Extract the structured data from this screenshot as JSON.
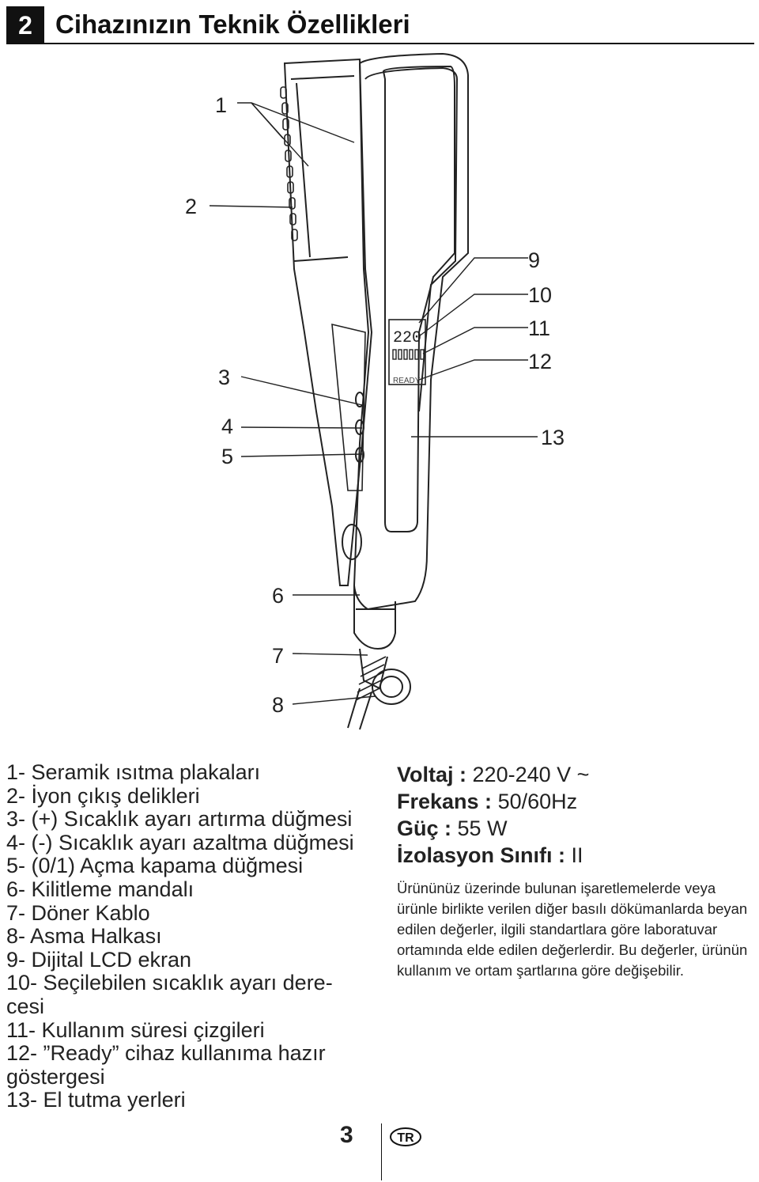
{
  "header": {
    "number": "2",
    "title": "Cihazınızın Teknik Özellikleri"
  },
  "figure": {
    "lcd_value": "220",
    "lcd_status": "READY",
    "callouts": [
      "1",
      "2",
      "3",
      "4",
      "5",
      "6",
      "7",
      "8",
      "9",
      "10",
      "11",
      "12",
      "13"
    ]
  },
  "parts": [
    "1- Seramik ısıtma plakaları",
    "2- İyon çıkış delikleri",
    "3- (+) Sıcaklık ayarı artırma düğmesi",
    "4- (-) Sıcaklık ayarı azaltma düğmesi",
    "5- (0/1) Açma kapama düğmesi",
    "6- Kilitleme mandalı",
    "7- Döner Kablo",
    "8- Asma Halkası",
    "9- Dijital LCD ekran",
    "10- Seçilebilen sıcaklık ayarı dere-",
    "cesi",
    "11- Kullanım süresi çizgileri",
    "12- ”Ready” cihaz kullanıma hazır",
    "göstergesi",
    "13- El tutma yerleri"
  ],
  "specs": [
    {
      "label": "Voltaj :",
      "value": "220-240 V ~"
    },
    {
      "label": "Frekans :",
      "value": "50/60Hz"
    },
    {
      "label": "Güç :",
      "value": "55 W"
    },
    {
      "label": "İzolasyon Sınıfı :",
      "value": "II"
    }
  ],
  "note": "Ürününüz üzerinde bulunan işaretlemelerde veya ürünle birlikte verilen diğer basılı dökümanlarda beyan edilen değerler, ilgili standartlara göre laboratuvar ortamında elde edilen değerlerdir. Bu değerler, ürünün kullanım ve ortam şartlarına göre değişebilir.",
  "footer": {
    "page_number": "3",
    "language_badge": "TR"
  }
}
